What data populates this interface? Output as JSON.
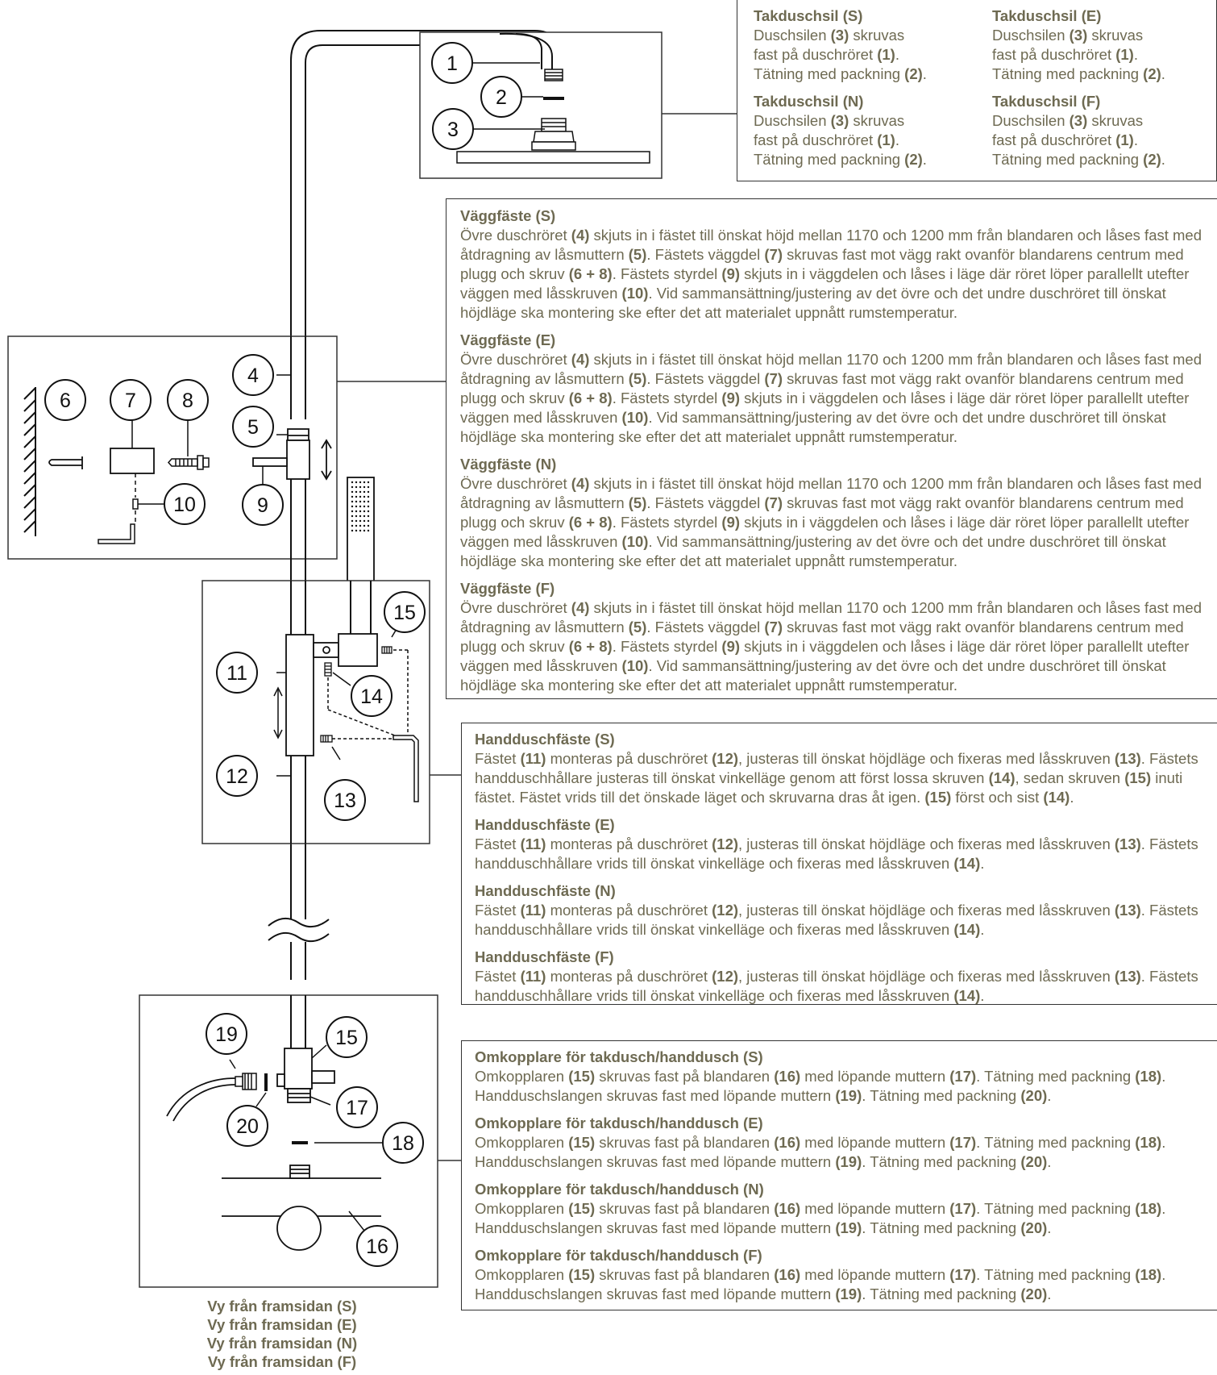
{
  "takduschsil": {
    "S": {
      "title": "Takduschsil (S)",
      "l1a": "Duschsilen ",
      "l1b": "(3)",
      "l1c": " skruvas",
      "l2a": "fast på duschröret ",
      "l2b": "(1)",
      "l2c": ".",
      "l3a": "Tätning med packning ",
      "l3b": "(2)",
      "l3c": "."
    },
    "E": {
      "title": "Takduschsil (E)",
      "l1a": "Duschsilen ",
      "l1b": "(3)",
      "l1c": " skruvas",
      "l2a": "fast på duschröret ",
      "l2b": "(1)",
      "l2c": ".",
      "l3a": "Tätning med packning ",
      "l3b": "(2)",
      "l3c": "."
    },
    "N": {
      "title": "Takduschsil (N)",
      "l1a": "Duschsilen ",
      "l1b": "(3)",
      "l1c": " skruvas",
      "l2a": "fast på duschröret ",
      "l2b": "(1)",
      "l2c": ".",
      "l3a": "Tätning med packning ",
      "l3b": "(2)",
      "l3c": "."
    },
    "F": {
      "title": "Takduschsil (F)",
      "l1a": "Duschsilen ",
      "l1b": "(3)",
      "l1c": " skruvas",
      "l2a": "fast på duschröret ",
      "l2b": "(1)",
      "l2c": ".",
      "l3a": "Tätning med packning ",
      "l3b": "(2)",
      "l3c": "."
    }
  },
  "vaggfaste": [
    {
      "title": "Väggfäste (S)",
      "parts": [
        "Övre duschröret ",
        "(4)",
        " skjuts in i fästet till önskat höjd mellan 1170 och 1200 mm från blandaren och låses fast med åtdragning av låsmuttern ",
        "(5)",
        ". Fästets väggdel ",
        "(7)",
        " skruvas fast mot vägg rakt ovanför blandarens centrum med plugg och skruv ",
        "(6 + 8)",
        ". Fästets styrdel ",
        "(9)",
        " skjuts in i väggdelen och låses i läge där röret löper parallellt utefter väggen med låsskruven ",
        "(10)",
        ". Vid sammansättning/justering av det övre och det undre duschröret till önskat höjdläge ska montering ske efter det att materialet uppnått rumstemperatur."
      ]
    },
    {
      "title": "Väggfäste (E)",
      "parts": [
        "Övre duschröret ",
        "(4)",
        " skjuts in i fästet till önskat höjd mellan 1170 och 1200 mm från blandaren och låses fast med åtdragning av låsmuttern ",
        "(5)",
        ". Fästets väggdel ",
        "(7)",
        " skruvas fast mot vägg rakt ovanför blandarens centrum med plugg och skruv ",
        "(6 + 8)",
        ". Fästets styrdel ",
        "(9)",
        " skjuts in i väggdelen och låses i läge där röret löper parallellt utefter väggen med låsskruven ",
        "(10)",
        ". Vid sammansättning/justering av det övre och det undre duschröret till önskat höjdläge ska montering ske efter det att materialet uppnått rumstemperatur."
      ]
    },
    {
      "title": "Väggfäste (N)",
      "parts": [
        "Övre duschröret ",
        "(4)",
        " skjuts in i fästet till önskat höjd mellan 1170 och 1200 mm från blandaren och låses fast med åtdragning av låsmuttern ",
        "(5)",
        ". Fästets väggdel ",
        "(7)",
        " skruvas fast mot vägg rakt ovanför blandarens centrum med plugg och skruv ",
        "(6 + 8)",
        ". Fästets styrdel ",
        "(9)",
        " skjuts in i väggdelen och låses i läge där röret löper parallellt utefter väggen med låsskruven ",
        "(10)",
        ". Vid sammansättning/justering av det övre och det undre duschröret till önskat höjdläge ska montering ske efter det att materialet uppnått rumstemperatur."
      ]
    },
    {
      "title": "Väggfäste (F)",
      "parts": [
        "Övre duschröret ",
        "(4)",
        " skjuts in i fästet till önskat höjd mellan 1170 och 1200 mm från blandaren och låses fast med åtdragning av låsmuttern ",
        "(5)",
        ". Fästets väggdel ",
        "(7)",
        " skruvas fast mot vägg rakt ovanför blandarens centrum med plugg och skruv ",
        "(6 + 8)",
        ". Fästets styrdel ",
        "(9)",
        " skjuts in i väggdelen och låses i läge där röret löper parallellt utefter väggen med låsskruven ",
        "(10)",
        ". Vid sammansättning/justering av det övre och det undre duschröret till önskat höjdläge ska montering ske efter det att materialet uppnått rumstemperatur."
      ]
    }
  ],
  "handduschfaste": [
    {
      "title": "Handduschfäste (S)",
      "parts": [
        "Fästet ",
        "(11)",
        " monteras på duschröret ",
        "(12)",
        ", justeras till önskat höjdläge och fixeras med låsskruven ",
        "(13)",
        ". Fästets handduschhållare justeras till önskat vinkelläge genom att först lossa skruven ",
        "(14)",
        ", sedan skruven ",
        "(15)",
        " inuti fästet. Fästet vrids till det önskade läget och skruvarna dras åt igen. ",
        "(15)",
        " först och sist ",
        "(14)",
        "."
      ]
    },
    {
      "title": "Handduschfäste (E)",
      "parts": [
        "Fästet ",
        "(11)",
        " monteras på duschröret ",
        "(12)",
        ", justeras till önskat höjdläge och fixeras med låsskruven ",
        "(13)",
        ". Fästets handduschhållare vrids till önskat vinkelläge och fixeras med låsskruven ",
        "(14)",
        "."
      ]
    },
    {
      "title": "Handduschfäste (N)",
      "parts": [
        "Fästet ",
        "(11)",
        " monteras på duschröret ",
        "(12)",
        ", justeras till önskat höjdläge och fixeras med låsskruven ",
        "(13)",
        ". Fästets handduschhållare vrids till önskat vinkelläge och fixeras med låsskruven ",
        "(14)",
        "."
      ]
    },
    {
      "title": "Handduschfäste (F)",
      "parts": [
        "Fästet ",
        "(11)",
        " monteras på duschröret ",
        "(12)",
        ", justeras till önskat höjdläge och fixeras med låsskruven ",
        "(13)",
        ". Fästets handduschhållare vrids till önskat vinkelläge och fixeras med låsskruven ",
        "(14)",
        "."
      ]
    }
  ],
  "omkopplare": [
    {
      "title": "Omkopplare för takdusch/handdusch (S)",
      "parts": [
        "Omkopplaren ",
        "(15)",
        " skruvas fast på blandaren ",
        "(16)",
        " med löpande muttern ",
        "(17)",
        ". Tätning med packning ",
        "(18)",
        ". Handduschslangen skruvas fast med löpande muttern ",
        "(19)",
        ". Tätning med packning ",
        "(20)",
        "."
      ]
    },
    {
      "title": "Omkopplare för takdusch/handdusch (E)",
      "parts": [
        "Omkopplaren ",
        "(15)",
        " skruvas fast på blandaren ",
        "(16)",
        " med löpande muttern ",
        "(17)",
        ". Tätning med packning ",
        "(18)",
        ". Handduschslangen skruvas fast med löpande muttern ",
        "(19)",
        ". Tätning med packning ",
        "(20)",
        "."
      ]
    },
    {
      "title": "Omkopplare för takdusch/handdusch (N)",
      "parts": [
        "Omkopplaren ",
        "(15)",
        " skruvas fast på blandaren ",
        "(16)",
        " med löpande muttern ",
        "(17)",
        ". Tätning med packning ",
        "(18)",
        ". Handduschslangen skruvas fast med löpande muttern ",
        "(19)",
        ". Tätning med packning ",
        "(20)",
        "."
      ]
    },
    {
      "title": "Omkopplare för takdusch/handdusch (F)",
      "parts": [
        "Omkopplaren ",
        "(15)",
        " skruvas fast på blandaren ",
        "(16)",
        " med löpande muttern ",
        "(17)",
        ". Tätning med packning ",
        "(18)",
        ". Handduschslangen skruvas fast med löpande muttern ",
        "(19)",
        ". Tätning med packning ",
        "(20)",
        "."
      ]
    }
  ],
  "view_captions": [
    "Vy från framsidan (S)",
    "Vy från framsidan (E)",
    "Vy från framsidan (N)",
    "Vy från framsidan (F)"
  ],
  "callouts": {
    "c1": "1",
    "c2": "2",
    "c3": "3",
    "c4": "4",
    "c5": "5",
    "c6": "6",
    "c7": "7",
    "c8": "8",
    "c9": "9",
    "c10": "10",
    "c11": "11",
    "c12": "12",
    "c13": "13",
    "c14": "14",
    "c15a": "15",
    "c15b": "15",
    "c16": "16",
    "c17": "17",
    "c18": "18",
    "c19": "19",
    "c20": "20"
  }
}
